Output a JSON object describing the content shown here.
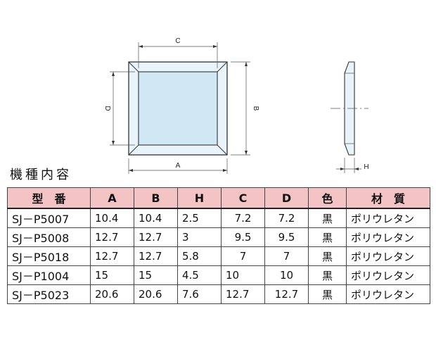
{
  "diagram": {
    "labels": {
      "A": "A",
      "B": "B",
      "C": "C",
      "D": "D",
      "H": "H"
    }
  },
  "section_title": "機種内容",
  "table": {
    "headers": [
      "型　番",
      "A",
      "B",
      "H",
      "C",
      "D",
      "色",
      "材　質"
    ],
    "rows": [
      [
        "SJ－P5007",
        "10.4",
        "10.4",
        "2.5",
        "7.2",
        "7.2",
        "黒",
        "ポリウレタン"
      ],
      [
        "SJ－P5008",
        "12.7",
        "12.7",
        "3",
        "9.5",
        "9.5",
        "黒",
        "ポリウレタン"
      ],
      [
        "SJ－P5018",
        "12.7",
        "12.7",
        "5.8",
        "7",
        "7",
        "黒",
        "ポリウレタン"
      ],
      [
        "SJ－P1004",
        "15",
        "15",
        "4.5",
        "10",
        "10",
        "黒",
        "ポリウレタン"
      ],
      [
        "SJ－P5023",
        "20.6",
        "20.6",
        "7.6",
        "12.7",
        "12.7",
        "黒",
        "ポリウレタン"
      ]
    ]
  },
  "colors": {
    "header_bg": "#f4c4c4",
    "face_fill": "#cfe8f4"
  }
}
